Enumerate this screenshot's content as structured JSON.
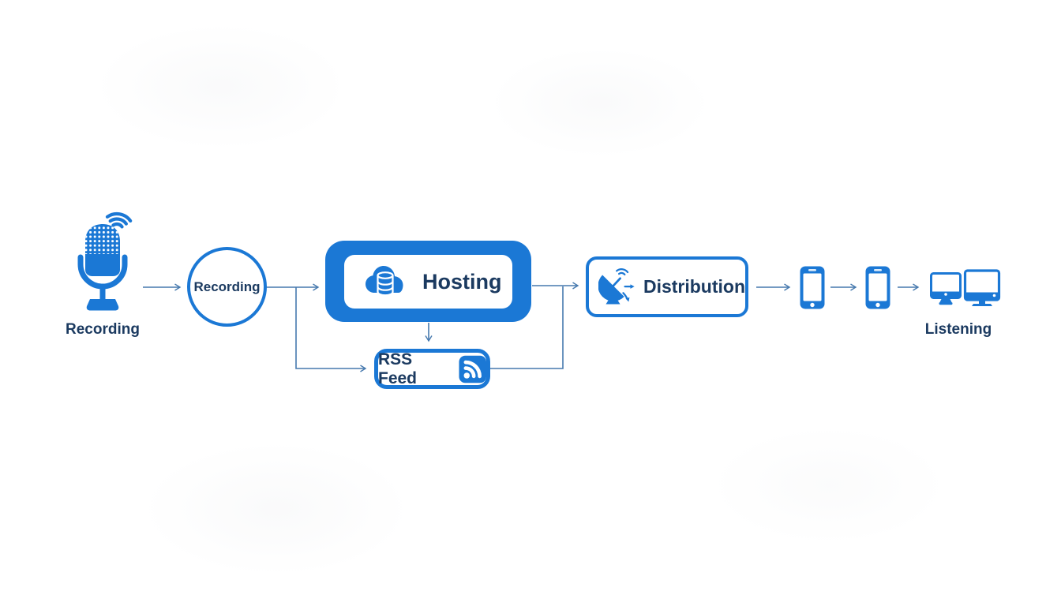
{
  "palette": {
    "primary_blue": "#1B78D5",
    "navy_text": "#1B3A60",
    "connector_blue": "#4679AE",
    "background": "#FFFFFF"
  },
  "diagram": {
    "type": "flowchart",
    "subject": "podcast workflow",
    "nodes": {
      "mic": {
        "icon": "microphone-icon",
        "label": "Recording"
      },
      "recording_circle": {
        "shape": "circle",
        "label": "Recording"
      },
      "hosting": {
        "icon": "cloud-server-icon",
        "label": "Hosting"
      },
      "rss_feed": {
        "icon": "rss-icon",
        "label": "RSS Feed"
      },
      "distribution": {
        "icon": "satellite-dish-icon",
        "label": "Distribution"
      },
      "devices": {
        "icons": [
          "smartphone-icon",
          "smartphone-icon",
          "desktop-monitors-icon"
        ],
        "label": "Listening"
      }
    },
    "connections": [
      "microphone -> recording-circle",
      "recording-circle -> hosting",
      "recording-circle -> rss-feed",
      "hosting -> rss-feed",
      "hosting -> distribution",
      "rss-feed -> distribution",
      "distribution -> smartphone-1",
      "smartphone-1 -> smartphone-2",
      "smartphone-2 -> desktop-monitors"
    ]
  }
}
